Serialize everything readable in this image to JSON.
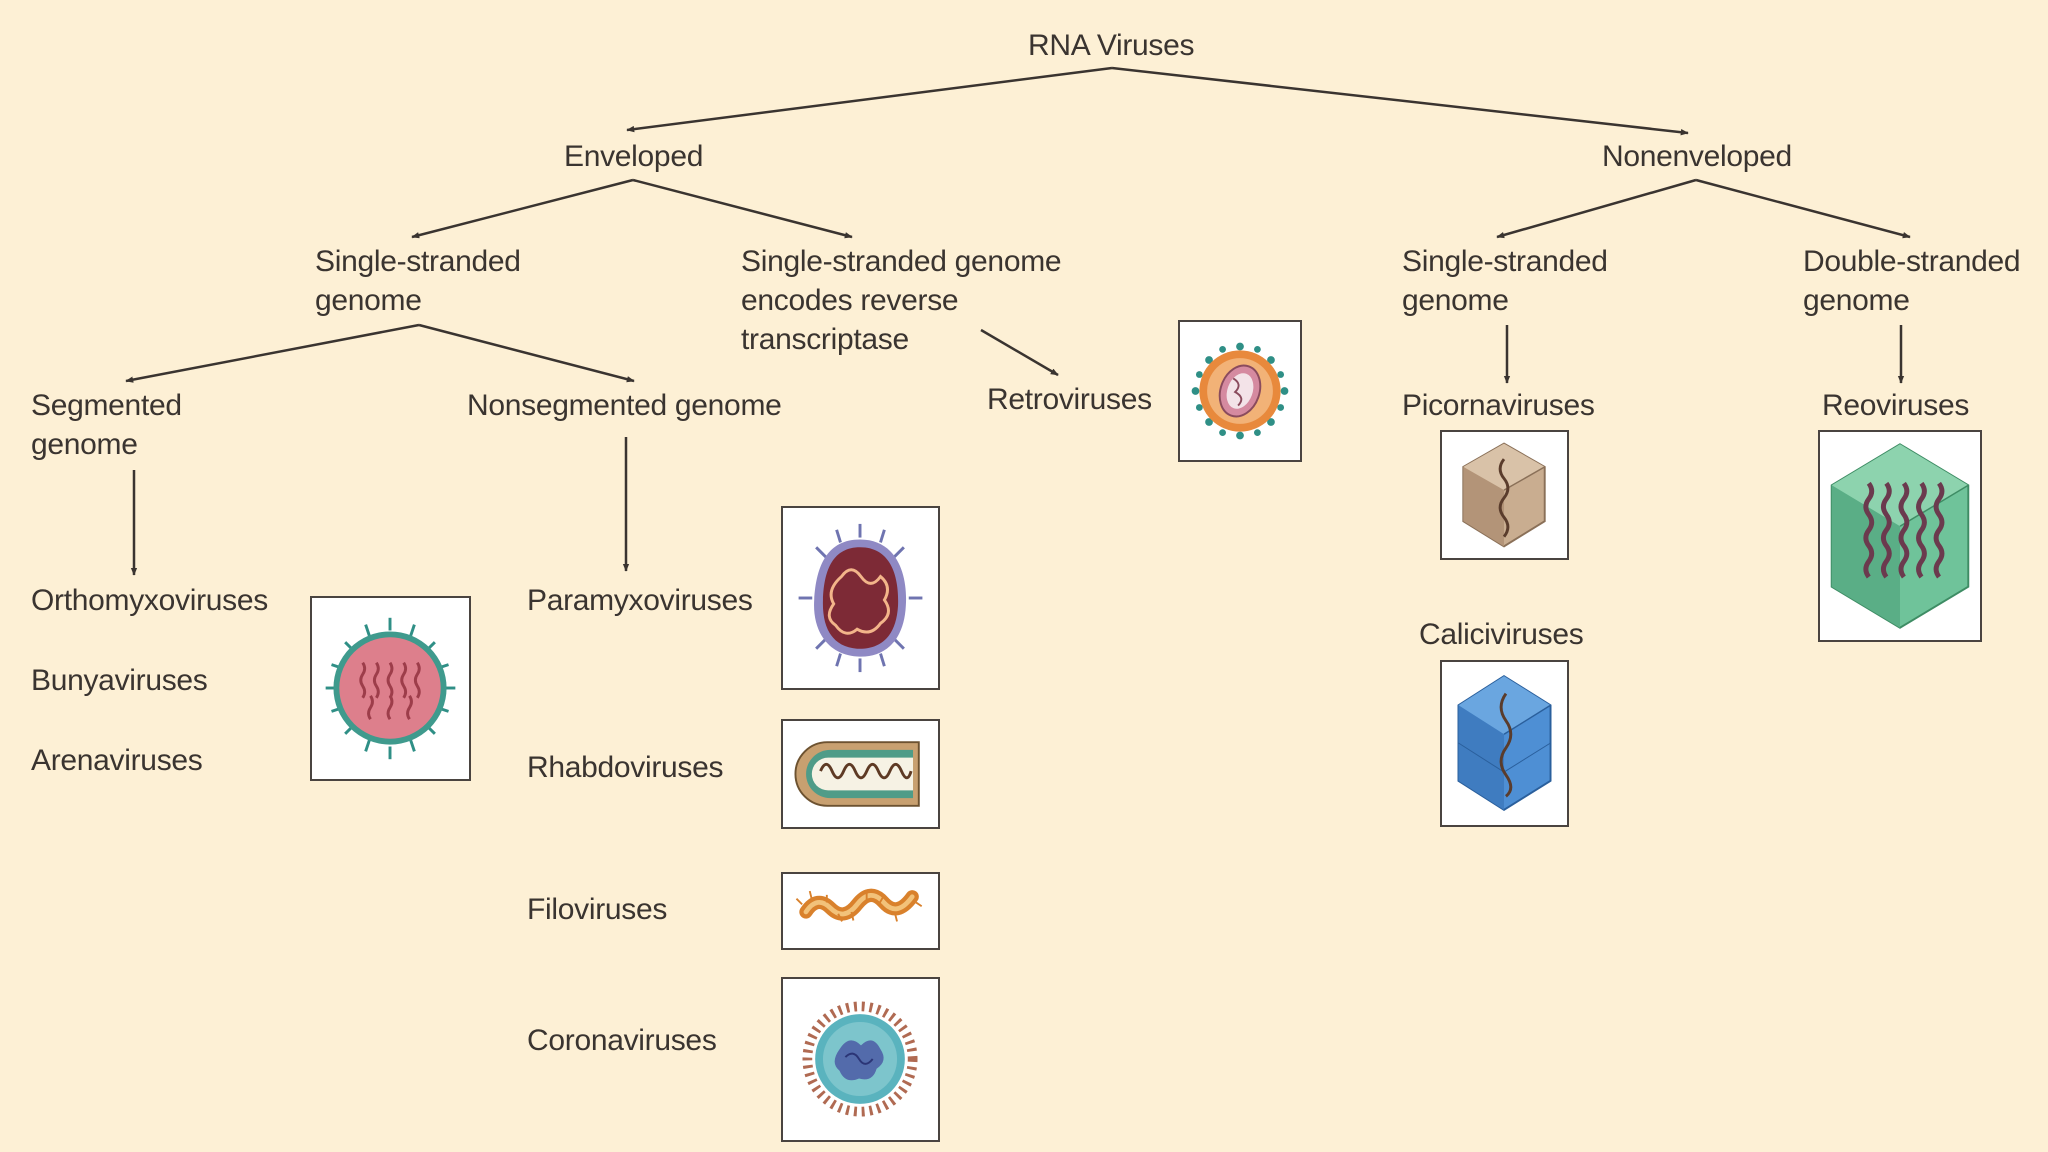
{
  "root": "RNA Viruses",
  "enveloped": {
    "label": "Enveloped",
    "single_stranded": "Single-stranded genome",
    "reverse_transcriptase": "Single-stranded genome encodes reverse transcriptase",
    "retroviruses": "Retroviruses",
    "segmented": "Segmented genome",
    "nonsegmented": "Nonsegmented genome",
    "segmented_families": [
      "Orthomyxoviruses",
      "Bunyaviruses",
      "Arenaviruses"
    ],
    "nonsegmented_families": [
      "Paramyxoviruses",
      "Rhabdoviruses",
      "Filoviruses",
      "Coronaviruses"
    ]
  },
  "nonenveloped": {
    "label": "Nonenveloped",
    "single_stranded": "Single-stranded genome",
    "double_stranded": "Double-stranded genome",
    "picornaviruses": "Picornaviruses",
    "caliciviruses": "Caliciviruses",
    "reoviruses": "Reoviruses"
  },
  "colors": {
    "background": "#fdf0d5",
    "text": "#3a3430",
    "line": "#3a3430"
  },
  "icons": [
    "retrovirus-icon",
    "orthomyxovirus-icon",
    "paramyxovirus-icon",
    "rhabdovirus-icon",
    "filovirus-icon",
    "coronavirus-icon",
    "picornavirus-icon",
    "calicivirus-icon",
    "reovirus-icon"
  ]
}
